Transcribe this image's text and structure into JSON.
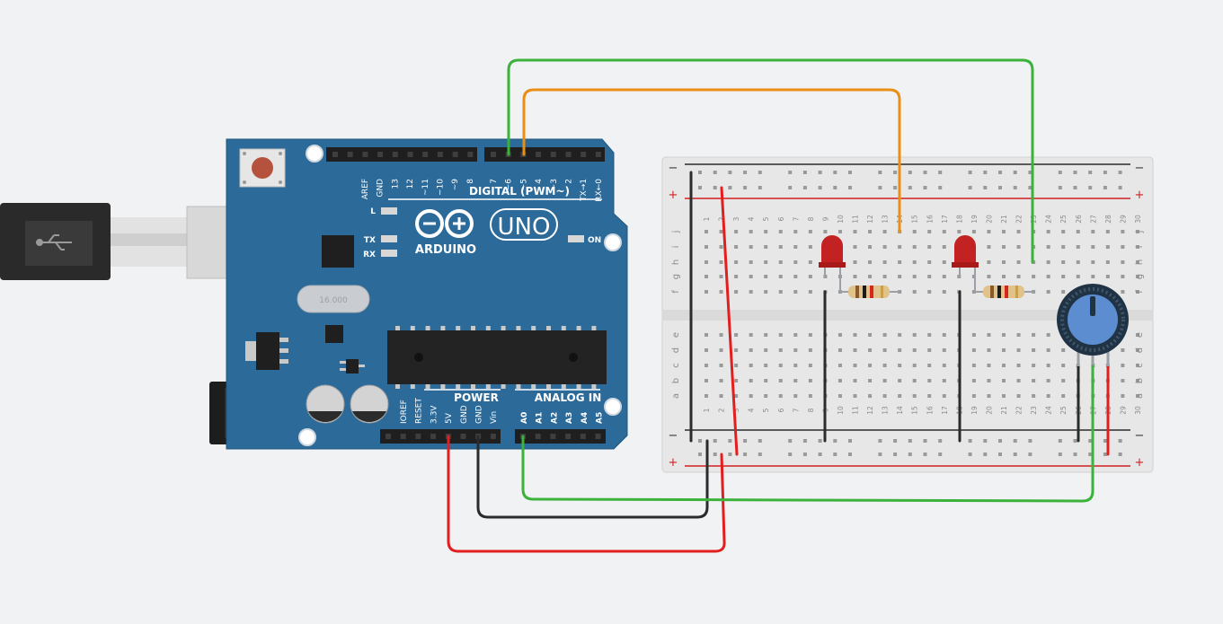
{
  "arduino": {
    "brand": "ARDUINO",
    "model": "UNO",
    "digital_header": "DIGITAL (PWM~)",
    "power_header": "POWER",
    "analog_header": "ANALOG IN",
    "on_label": "ON",
    "led_labels": [
      "L",
      "TX",
      "RX"
    ],
    "crystal_label": "16.000",
    "digital_pins": [
      "AREF",
      "GND",
      "13",
      "12",
      "~11",
      "~10",
      "~9",
      "8",
      "7",
      "~6",
      "~5",
      "4",
      "~3",
      "2",
      "TX→1",
      "RX←0"
    ],
    "power_pins": [
      "IOREF",
      "RESET",
      "3.3V",
      "5V",
      "GND",
      "GND",
      "Vin"
    ],
    "analog_pins": [
      "A0",
      "A1",
      "A2",
      "A3",
      "A4",
      "A5"
    ]
  },
  "breadboard": {
    "columns": [
      "1",
      "2",
      "3",
      "4",
      "5",
      "6",
      "7",
      "8",
      "9",
      "10",
      "11",
      "12",
      "13",
      "14",
      "15",
      "16",
      "17",
      "18",
      "19",
      "20",
      "21",
      "22",
      "23",
      "24",
      "25",
      "26",
      "27",
      "28",
      "29",
      "30"
    ],
    "rows_top": [
      "j",
      "i",
      "h",
      "g",
      "f"
    ],
    "rows_bottom": [
      "e",
      "d",
      "c",
      "b",
      "a"
    ],
    "rail_minus": "−",
    "rail_plus": "+"
  },
  "colors": {
    "board": "#2c6a9a",
    "wire_green": "#3bb33b",
    "wire_orange": "#ea8f14",
    "wire_red": "#e11f1f",
    "wire_black": "#2b2b2b",
    "led": "#c22222",
    "pot": "#5b8dd0"
  }
}
